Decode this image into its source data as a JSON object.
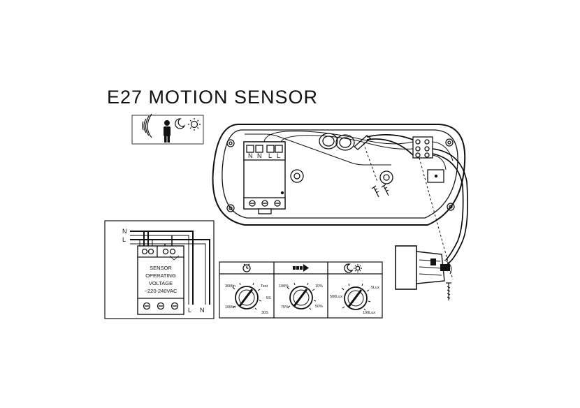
{
  "title": "E27 MOTION SENSOR",
  "wiring": {
    "n_label": "N",
    "l_label": "L",
    "out_l": "L",
    "out_n": "N",
    "box_lines": [
      "SENSOR",
      "OPERATING",
      "VOLTAGE",
      "~220-240VAC"
    ]
  },
  "housing": {
    "terminal_labels": [
      "N",
      "N",
      "L",
      "L"
    ]
  },
  "knobs": [
    {
      "id": "time",
      "icon": "clock-icon",
      "labels": [
        "30Min",
        "Test",
        "5S",
        "30S",
        "10Min"
      ]
    },
    {
      "id": "brightness",
      "icon": "arrow-right-icon",
      "labels": [
        "100%",
        "10%",
        "50%",
        "75%"
      ]
    },
    {
      "id": "lux",
      "icon": "moon-sun-icon",
      "labels": [
        "500Lux",
        "5Lux",
        "100Lux"
      ]
    }
  ],
  "icons": [
    "motion-wave-icon",
    "person-icon",
    "moon-icon",
    "sun-icon"
  ]
}
